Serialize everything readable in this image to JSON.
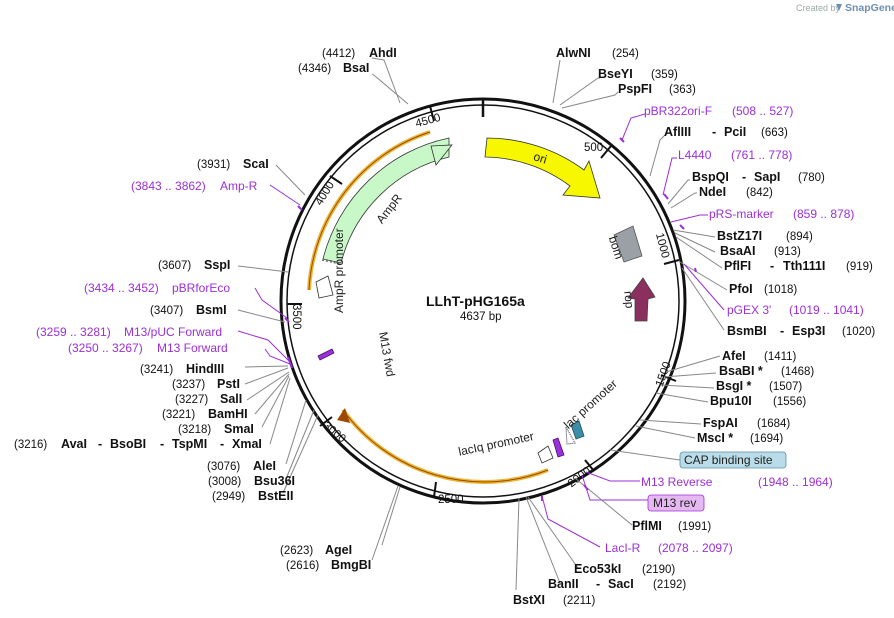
{
  "brand": {
    "created_by": "Created by",
    "name": "SnapGene"
  },
  "plasmid": {
    "name": "LLhT-pHG165a",
    "size": "4637 bp"
  },
  "ticks": [
    "500",
    "1000",
    "1500",
    "2000",
    "2500",
    "3000",
    "3500",
    "4000",
    "4500"
  ],
  "features": {
    "ori": "ori",
    "bom": "bom",
    "rop": "rop",
    "ampr": "AmpR",
    "ampr_promoter": "AmpR promoter",
    "m13_fwd": "M13 fwd",
    "lac_promoter": "lac promoter",
    "laciq_promoter": "lacIq promoter"
  },
  "enzymes": {
    "ahdi": {
      "name": "AhdI",
      "pos": "(4412)"
    },
    "bsai": {
      "name": "BsaI",
      "pos": "(4346)"
    },
    "alwni": {
      "name": "AlwNI",
      "pos": "(254)"
    },
    "bseyi": {
      "name": "BseYI",
      "pos": "(359)"
    },
    "pspfi": {
      "name": "PspFI",
      "pos": "(363)"
    },
    "aflIII": {
      "name": "AflIII",
      "sep": "-",
      "name2": "PciI",
      "pos": "(663)"
    },
    "bspqi": {
      "name": "BspQI",
      "sep": "-",
      "name2": "SapI",
      "pos": "(780)"
    },
    "ndei": {
      "name": "NdeI",
      "pos": "(842)"
    },
    "bstz17i": {
      "name": "BstZ17I",
      "pos": "(894)"
    },
    "bsaai": {
      "name": "BsaAI",
      "pos": "(913)"
    },
    "pflfi": {
      "name": "PflFI",
      "sep": "-",
      "name2": "Tth111I",
      "pos": "(919)"
    },
    "pfoi": {
      "name": "PfoI",
      "pos": "(1018)"
    },
    "bsmbi": {
      "name": "BsmBI",
      "sep": "-",
      "name2": "Esp3I",
      "pos": "(1020)"
    },
    "afei": {
      "name": "AfeI",
      "pos": "(1411)"
    },
    "bsabi": {
      "name": "BsaBI *",
      "pos": "(1468)"
    },
    "bsgi": {
      "name": "BsgI *",
      "pos": "(1507)"
    },
    "bpu10i": {
      "name": "Bpu10I",
      "pos": "(1556)"
    },
    "fspai": {
      "name": "FspAI",
      "pos": "(1684)"
    },
    "msci": {
      "name": "MscI *",
      "pos": "(1694)"
    },
    "pflmi": {
      "name": "PflMI",
      "pos": "(1991)"
    },
    "eco53ki": {
      "name": "Eco53kI",
      "pos": "(2190)"
    },
    "banii": {
      "name": "BanII",
      "sep": "-",
      "name2": "SacI",
      "pos": "(2192)"
    },
    "bstxi": {
      "name": "BstXI",
      "pos": "(2211)"
    },
    "agei": {
      "name": "AgeI",
      "pos": "(2623)"
    },
    "bmgbi": {
      "name": "BmgBI",
      "pos": "(2616)"
    },
    "bsteii": {
      "name": "BstEII",
      "pos": "(2949)"
    },
    "bsu36i": {
      "name": "Bsu36I",
      "pos": "(3008)"
    },
    "alei": {
      "name": "AleI",
      "pos": "(3076)"
    },
    "avai": {
      "name": "AvaI",
      "sep": "-",
      "name2": "BsoBI",
      "sep2": "-",
      "name3": "TspMI",
      "sep3": "-",
      "name4": "XmaI",
      "pos": "(3216)"
    },
    "smai": {
      "name": "SmaI",
      "pos": "(3218)"
    },
    "bamhi": {
      "name": "BamHI",
      "pos": "(3221)"
    },
    "sali": {
      "name": "SalI",
      "pos": "(3227)"
    },
    "psti": {
      "name": "PstI",
      "pos": "(3237)"
    },
    "hindiii": {
      "name": "HindIII",
      "pos": "(3241)"
    },
    "bsmi": {
      "name": "BsmI",
      "pos": "(3407)"
    },
    "sspi": {
      "name": "SspI",
      "pos": "(3607)"
    },
    "scai": {
      "name": "ScaI",
      "pos": "(3931)"
    }
  },
  "primers": {
    "pbr322ori": {
      "name": "pBR322ori-F",
      "range": "(508 .. 527)"
    },
    "l4440": {
      "name": "L4440",
      "range": "(761 .. 778)"
    },
    "prsmarker": {
      "name": "pRS-marker",
      "range": "(859 .. 878)"
    },
    "pgex3": {
      "name": "pGEX 3'",
      "range": "(1019 .. 1041)"
    },
    "m13reverse": {
      "name": "M13 Reverse",
      "range": "(1948 .. 1964)"
    },
    "m13rev_box": "M13 rev",
    "cap_box": "CAP binding site",
    "laci_r": {
      "name": "LacI-R",
      "range": "(2078 .. 2097)"
    },
    "ampr": {
      "name": "Amp-R",
      "range": "(3843 .. 3862)"
    },
    "pbrforeco": {
      "name": "pBRforEco",
      "range": "(3434 .. 3452)"
    },
    "m13puc": {
      "name": "M13/pUC Forward",
      "range": "(3259 .. 3281)"
    },
    "m13fwd": {
      "name": "M13 Forward",
      "range": "(3250 .. 3267)"
    }
  },
  "colors": {
    "ori": "#f7f700",
    "ampr": "#c8f7c8",
    "ampr_outline": "#e6a200",
    "bom": "#9aa0a6",
    "rop": "#8b2f5f",
    "primer": "#9b30d9",
    "cap_box": "#b9dce8",
    "m13rev_box": "#e6b8f2"
  }
}
